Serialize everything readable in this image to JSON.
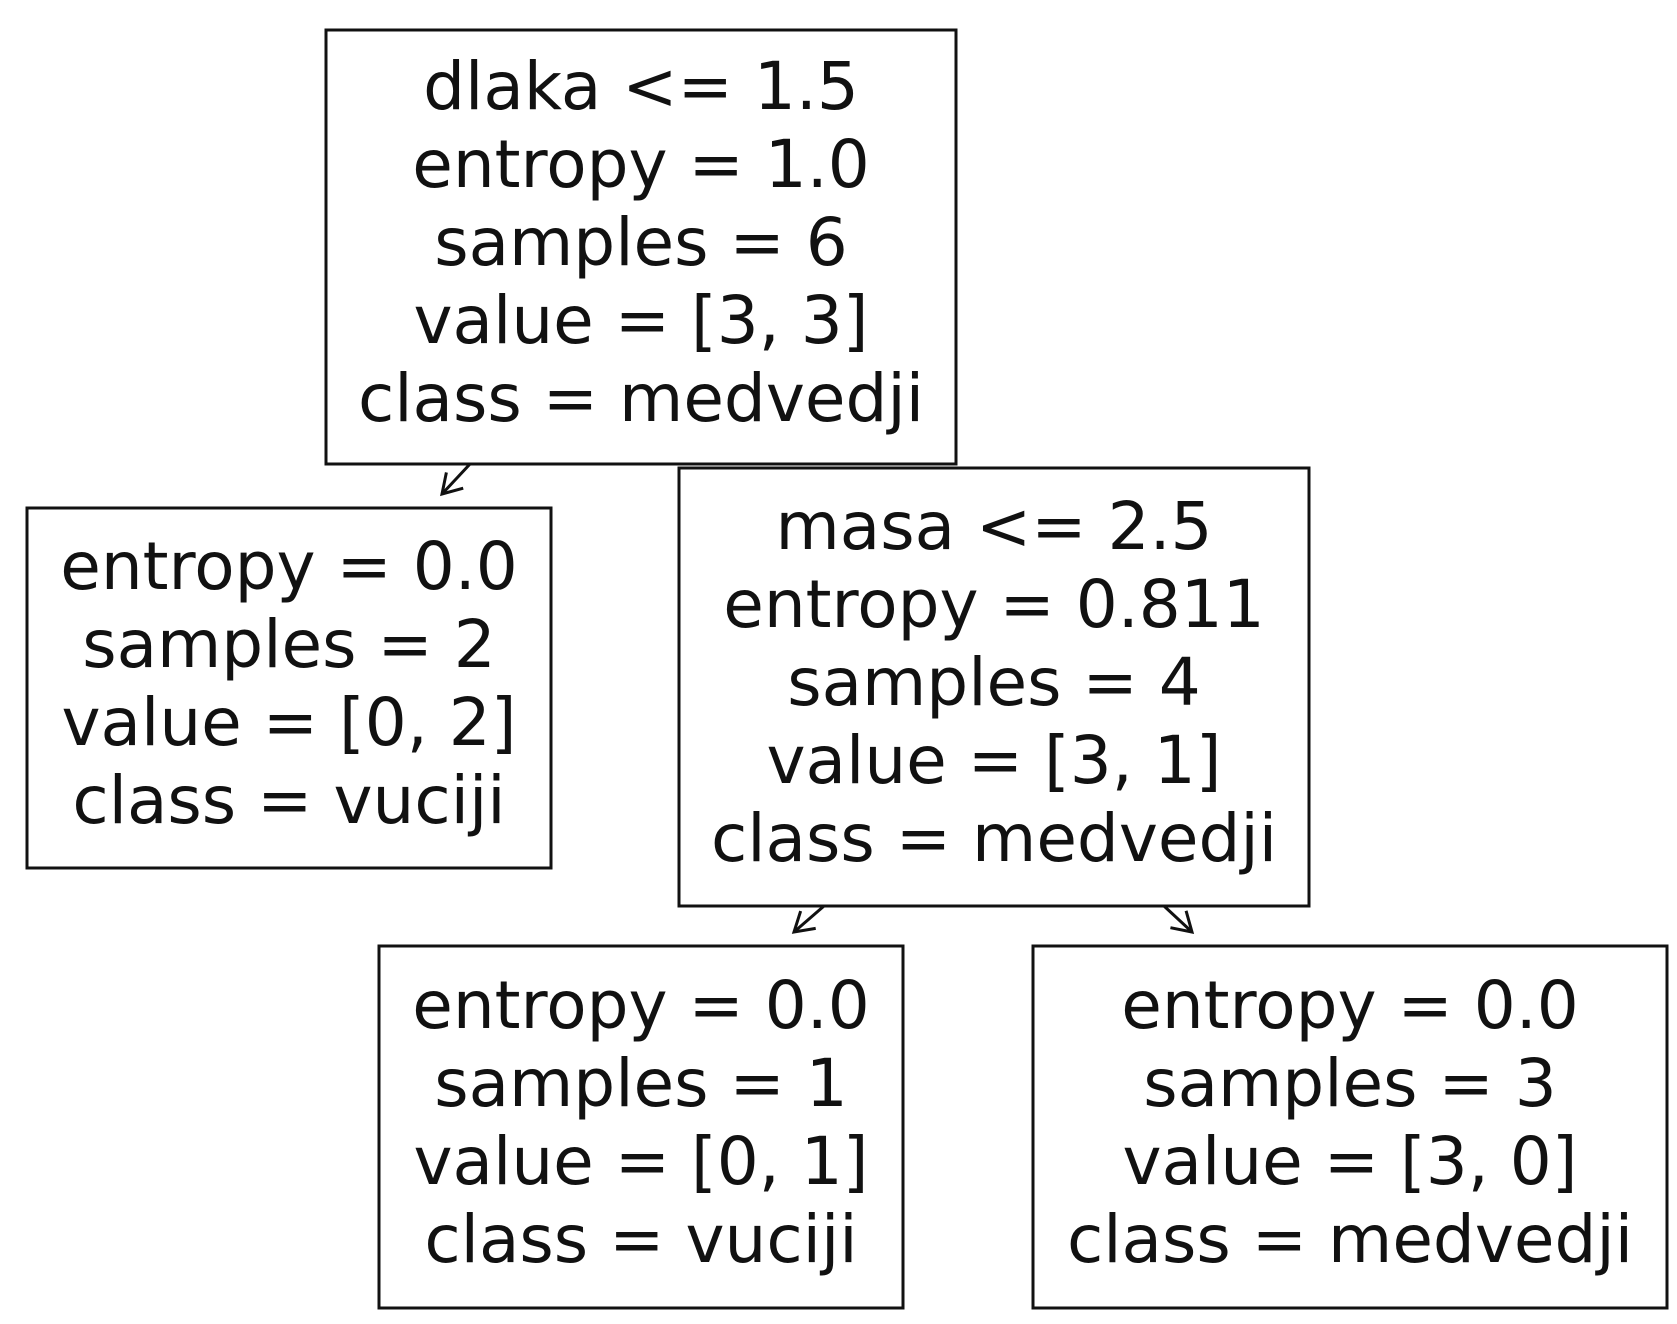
{
  "tree": {
    "nodes": [
      {
        "id": "root",
        "lines": [
          "dlaka <= 1.5",
          "entropy = 1.0",
          "samples = 6",
          "value = [3, 3]",
          "class = medvedji"
        ]
      },
      {
        "id": "left-leaf",
        "lines": [
          "entropy = 0.0",
          "samples = 2",
          "value = [0, 2]",
          "class = vuciji"
        ]
      },
      {
        "id": "masa-split",
        "lines": [
          "masa <= 2.5",
          "entropy = 0.811",
          "samples = 4",
          "value = [3, 1]",
          "class = medvedji"
        ]
      },
      {
        "id": "masa-left-leaf",
        "lines": [
          "entropy = 0.0",
          "samples = 1",
          "value = [0, 1]",
          "class = vuciji"
        ]
      },
      {
        "id": "masa-right-leaf",
        "lines": [
          "entropy = 0.0",
          "samples = 3",
          "value = [3, 0]",
          "class = medvedji"
        ]
      }
    ],
    "edges": [
      {
        "from": "root",
        "to": "left-leaf"
      },
      {
        "from": "root",
        "to": "masa-split"
      },
      {
        "from": "masa-split",
        "to": "masa-left-leaf"
      },
      {
        "from": "masa-split",
        "to": "masa-right-leaf"
      }
    ]
  }
}
